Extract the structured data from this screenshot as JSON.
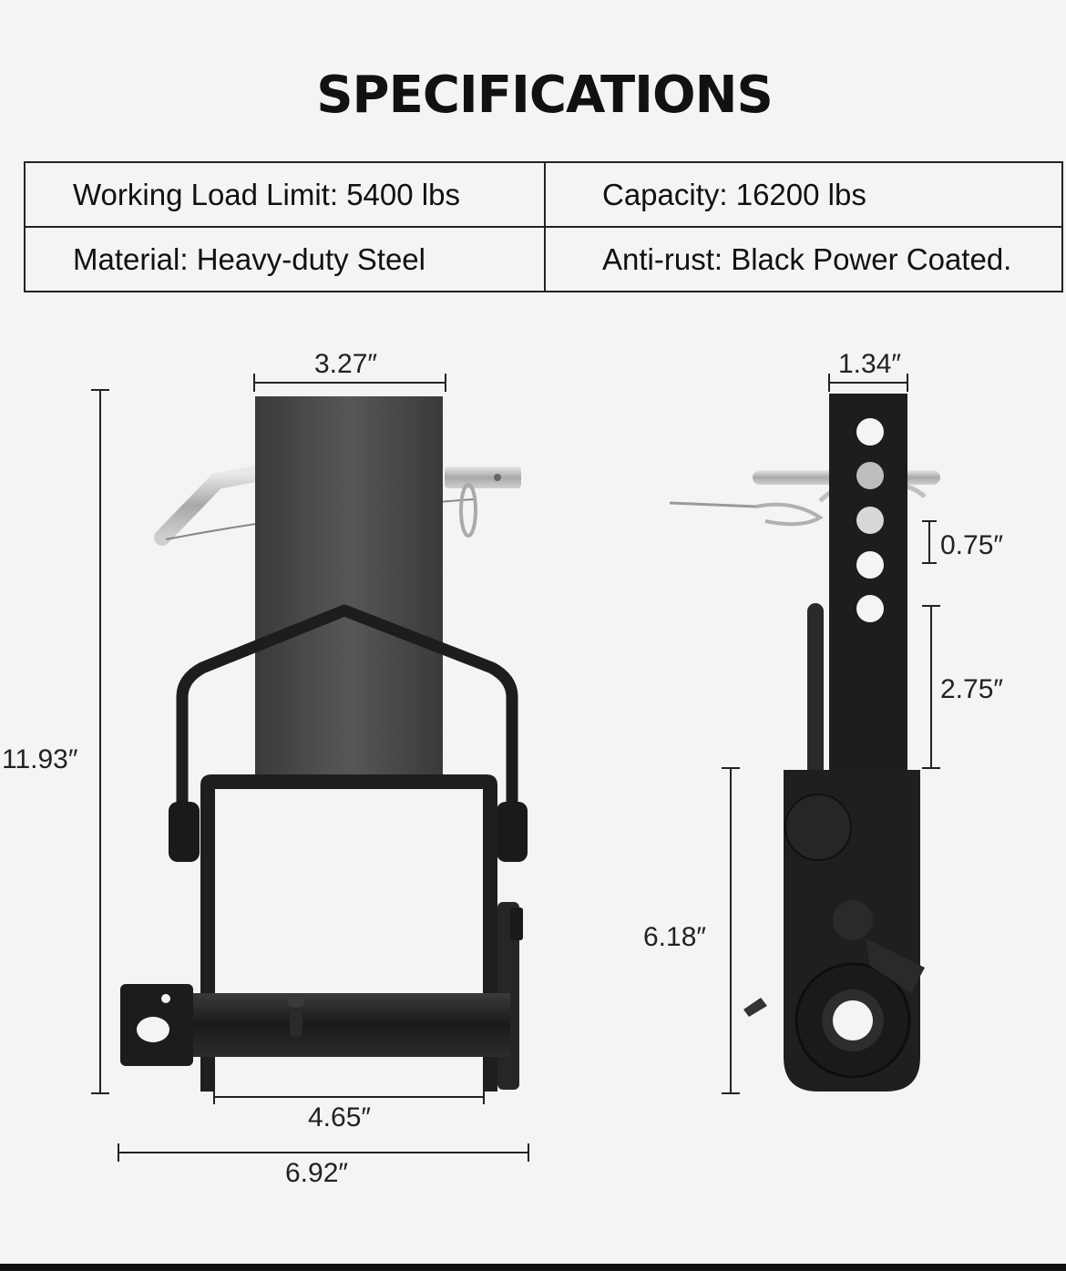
{
  "title": "SPECIFICATIONS",
  "specs": [
    [
      "Working Load Limit: 5400 lbs",
      "Capacity: 16200 lbs"
    ],
    [
      "Material: Heavy-duty Steel",
      "Anti-rust: Black Power Coated."
    ]
  ],
  "dimensions": {
    "front_width_top": "3.27″",
    "front_height": "11.93″",
    "front_inner_width": "4.65″",
    "front_total_width": "6.92″",
    "side_width": "1.34″",
    "hole_spacing": "0.75″",
    "hole_span": "2.75″",
    "side_lower_height": "6.18″"
  },
  "colors": {
    "background": "#f4f4f4",
    "steel_dark": "#1c1c1c",
    "steel_mid": "#4a4a4a",
    "pin_silver": "#bdbdbd"
  }
}
